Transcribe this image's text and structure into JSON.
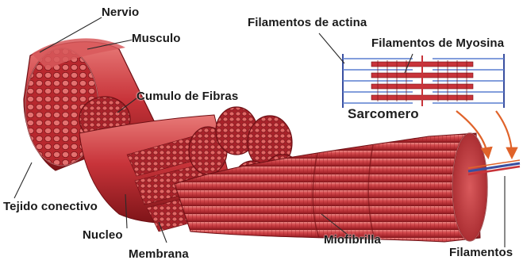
{
  "labels": {
    "nervio": "Nervio",
    "musculo": "Musculo",
    "cumulo_fibras": "Cumulo de Fibras",
    "tejido_conectivo": "Tejido conectivo",
    "nucleo": "Nucleo",
    "membrana": "Membrana",
    "miofibrilla": "Miofibrilla",
    "filamentos_actina": "Filamentos de actina",
    "filamentos_myosina": "Filamentos de Myosina",
    "sarcomero": "Sarcomero",
    "filamentos": "Filamentos"
  },
  "colors": {
    "muscle_red": "#c8343a",
    "muscle_dark": "#8e1a1f",
    "muscle_light": "#e2686a",
    "actin_blue": "#5a7fd0",
    "arrow_orange": "#e0632a",
    "leader_line": "#2a2a2a"
  }
}
